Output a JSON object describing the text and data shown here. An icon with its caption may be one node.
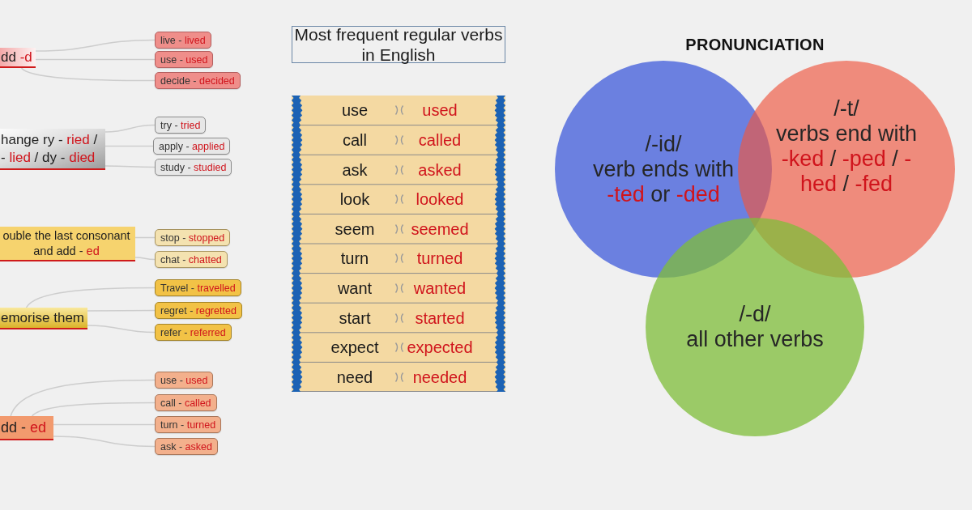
{
  "diagram": {
    "nodes": [
      {
        "text": [
          "dd -d"
        ]
      },
      {
        "text": [
          "live - lived"
        ]
      },
      {
        "text": [
          "use - used"
        ]
      },
      {
        "text": [
          "decide - decided"
        ]
      },
      {
        "text": [
          "hange ry - ried / - lied / dy - died"
        ]
      },
      {
        "text": [
          "try - tried"
        ]
      },
      {
        "text": [
          "apply - applied"
        ]
      },
      {
        "text": [
          "study - studied"
        ]
      },
      {
        "text": [
          "ouble the last consonant and add - ed"
        ]
      },
      {
        "text": [
          "stop - stopped"
        ]
      },
      {
        "text": [
          "chat - chatted"
        ]
      },
      {
        "text": [
          "emorise them"
        ]
      },
      {
        "text": [
          "Travel - travelled"
        ]
      },
      {
        "text": [
          "regret - regretted"
        ]
      },
      {
        "text": [
          "refer - referred"
        ]
      },
      {
        "text": [
          "dd - ed"
        ]
      },
      {
        "text": [
          "use - used"
        ]
      },
      {
        "text": [
          "call - called"
        ]
      },
      {
        "text": [
          "turn - turned"
        ]
      },
      {
        "text": [
          "ask - asked"
        ]
      },
      {
        "text": [
          "Most frequent regular verbs in English"
        ]
      },
      {
        "text": [
          "/-id/",
          "verb ends with -ted or -ded"
        ]
      },
      {
        "text": [
          "/-t/",
          "verbs end with -ked / -ped / - hed / -fed"
        ]
      },
      {
        "text": [
          "/-d/",
          "all other verbs"
        ]
      }
    ],
    "edges": [
      {
        "from": 0,
        "to": 1,
        "arrow": "none"
      },
      {
        "from": 0,
        "to": 2,
        "arrow": "none"
      },
      {
        "from": 0,
        "to": 3,
        "arrow": "none"
      },
      {
        "from": 4,
        "to": 5,
        "arrow": "none"
      },
      {
        "from": 4,
        "to": 6,
        "arrow": "none"
      },
      {
        "from": 4,
        "to": 7,
        "arrow": "none"
      },
      {
        "from": 8,
        "to": 9,
        "arrow": "none"
      },
      {
        "from": 8,
        "to": 10,
        "arrow": "none"
      },
      {
        "from": 11,
        "to": 12,
        "arrow": "none"
      },
      {
        "from": 11,
        "to": 13,
        "arrow": "none"
      },
      {
        "from": 11,
        "to": 14,
        "arrow": "none"
      },
      {
        "from": 15,
        "to": 16,
        "arrow": "none"
      },
      {
        "from": 15,
        "to": 17,
        "arrow": "none"
      },
      {
        "from": 15,
        "to": 18,
        "arrow": "none"
      },
      {
        "from": 15,
        "to": 19,
        "arrow": "none"
      }
    ],
    "labels": [
      "use",
      "used",
      "call",
      "called",
      "ask",
      "asked",
      "look",
      "looked",
      "seem",
      "seemed",
      "turn",
      "turned",
      "want",
      "wanted",
      "start",
      "started",
      "expect",
      "expected",
      "need",
      "needed",
      "PRONUNCIATION"
    ]
  }
}
